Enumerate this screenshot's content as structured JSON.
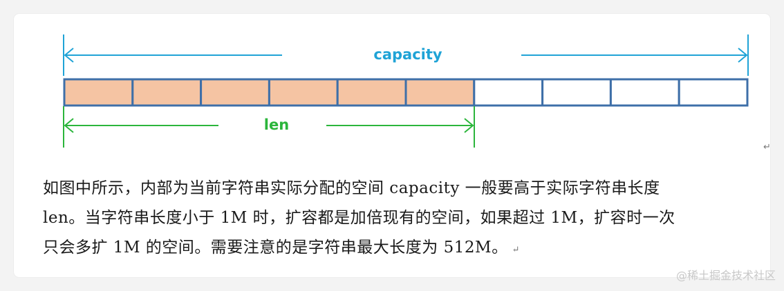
{
  "diagram": {
    "capacity_label": "capacity",
    "len_label": "len",
    "capacity_color": "#1fa3d6",
    "len_color": "#2bb53b",
    "used_fill": "#f5c4a3",
    "box_border": "#3e6fa8",
    "total_cells": 10,
    "used_cells": 6
  },
  "paragraph": {
    "line1": "如图中所示，内部为当前字符串实际分配的空间 capacity 一般要高于实际字符串长度",
    "line2": "len。当字符串长度小于 1M 时，扩容都是加倍现有的空间，如果超过 1M，扩容时一次",
    "line3": "只会多扩 1M 的空间。需要注意的是字符串最大长度为 512M。"
  },
  "return_mark": "↵",
  "watermark": "@稀土掘金技术社区"
}
